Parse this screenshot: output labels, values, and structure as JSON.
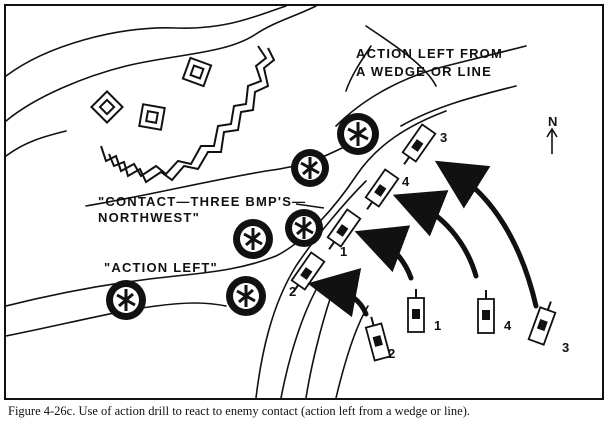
{
  "labels": {
    "action_left_from_line1": "ACTION LEFT FROM",
    "action_left_from_line2": "A WEDGE OR LINE",
    "contact_line1": "\"CONTACT—THREE BMP'S—",
    "contact_line2": "NORTHWEST\"",
    "action_left": "\"ACTION LEFT\"",
    "north": "N"
  },
  "vehicles_moving": [
    "1",
    "2",
    "3",
    "4"
  ],
  "vehicles_start": [
    "1",
    "2",
    "3",
    "4"
  ],
  "caption": "Figure 4-26c.  Use of action drill to react to enemy contact (action left from a wedge or line)."
}
